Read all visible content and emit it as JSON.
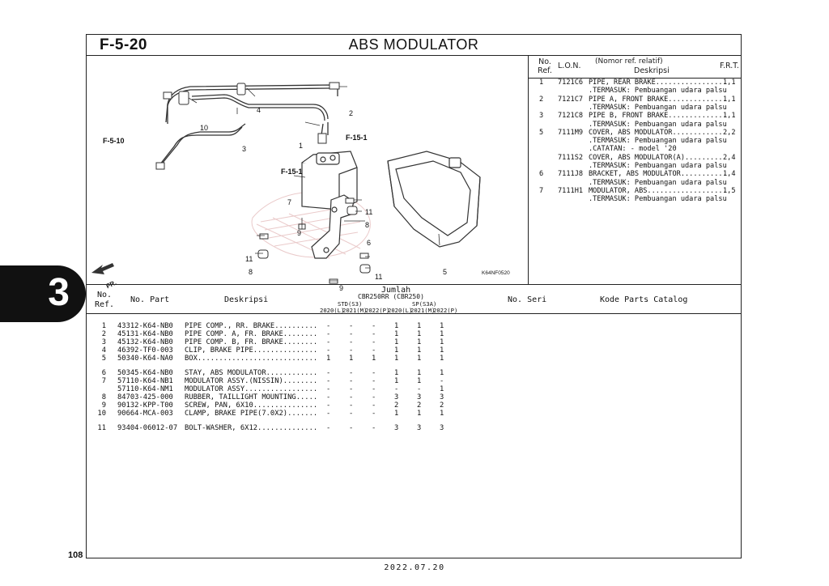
{
  "header": {
    "ref": "F-5-20",
    "title": "ABS MODULATOR"
  },
  "tab_number": "3",
  "page_number": "108",
  "date": "2022.07.20",
  "diagram": {
    "code": "K64NF0520",
    "callouts": [
      "1",
      "2",
      "3",
      "4",
      "5",
      "6",
      "7",
      "8",
      "9",
      "10",
      "11"
    ],
    "cross_refs": [
      "F-5-10",
      "F-15-1",
      "F-15-1"
    ],
    "direction": "FR."
  },
  "ref_table": {
    "headers": {
      "no_ref": "No.\nRef.",
      "lon": "L.O.N.",
      "desc_top": "(Nomor ref. relatif)",
      "desc": "Deskripsi",
      "frt": "F.R.T."
    },
    "rows": [
      {
        "no": "1",
        "lon": "7121C6",
        "desc": "PIPE, REAR BRAKE.................",
        "frt": "1,1"
      },
      {
        "no": "",
        "lon": "",
        "desc": ".TERMASUK: Pembuangan udara palsu",
        "frt": ""
      },
      {
        "no": "2",
        "lon": "7121C7",
        "desc": "PIPE A, FRONT BRAKE..............",
        "frt": "1,1"
      },
      {
        "no": "",
        "lon": "",
        "desc": ".TERMASUK: Pembuangan udara palsu",
        "frt": ""
      },
      {
        "no": "3",
        "lon": "7121C8",
        "desc": "PIPE B, FRONT BRAKE..............",
        "frt": "1,1"
      },
      {
        "no": "",
        "lon": "",
        "desc": ".TERMASUK: Pembuangan udara palsu",
        "frt": ""
      },
      {
        "no": "5",
        "lon": "7111M9",
        "desc": "COVER, ABS MODULATOR............",
        "frt": "2,2"
      },
      {
        "no": "",
        "lon": "",
        "desc": ".TERMASUK: Pembuangan udara palsu",
        "frt": ""
      },
      {
        "no": "",
        "lon": "",
        "desc": ".CATATAN: - model '20",
        "frt": ""
      },
      {
        "no": "",
        "lon": "7111S2",
        "desc": "COVER, ABS MODULATOR(A).........",
        "frt": "2,4"
      },
      {
        "no": "",
        "lon": "",
        "desc": ".TERMASUK: Pembuangan udara palsu",
        "frt": ""
      },
      {
        "no": "6",
        "lon": "7111J8",
        "desc": "BRACKET, ABS MODULATOR...........",
        "frt": "1,4"
      },
      {
        "no": "",
        "lon": "",
        "desc": ".TERMASUK: Pembuangan udara palsu",
        "frt": ""
      },
      {
        "no": "7",
        "lon": "7111H1",
        "desc": "MODULATOR, ABS...................",
        "frt": "1,5"
      },
      {
        "no": "",
        "lon": "",
        "desc": ".TERMASUK: Pembuangan udara palsu",
        "frt": ""
      }
    ]
  },
  "parts_table": {
    "headers": {
      "no_ref": "No.\nRef.",
      "no_part": "No. Part",
      "desc": "Deskripsi",
      "jumlah": "Jumlah",
      "model": "CBR250RR (CBR250)",
      "std": "STD(S3)",
      "sp": "SP(S3A)",
      "years": [
        "2020(L)",
        "2021(M)",
        "2022(P)",
        "2020(L)",
        "2021(M)",
        "2022(P)"
      ],
      "no_seri": "No. Seri",
      "kode": "Kode Parts Catalog"
    },
    "rows": [
      {
        "no": "1",
        "part": "43312-K64-NB0",
        "desc": "PIPE COMP., RR. BRAKE..........",
        "q": [
          "-",
          "-",
          "-",
          "1",
          "1",
          "1"
        ]
      },
      {
        "no": "2",
        "part": "45131-K64-NB0",
        "desc": "PIPE COMP. A, FR. BRAKE........",
        "q": [
          "-",
          "-",
          "-",
          "1",
          "1",
          "1"
        ]
      },
      {
        "no": "3",
        "part": "45132-K64-NB0",
        "desc": "PIPE COMP. B, FR. BRAKE........",
        "q": [
          "-",
          "-",
          "-",
          "1",
          "1",
          "1"
        ]
      },
      {
        "no": "4",
        "part": "46392-TF0-003",
        "desc": "CLIP, BRAKE PIPE...............",
        "q": [
          "-",
          "-",
          "-",
          "1",
          "1",
          "1"
        ]
      },
      {
        "no": "5",
        "part": "50340-K64-NA0",
        "desc": "BOX............................",
        "q": [
          "1",
          "1",
          "1",
          "1",
          "1",
          "1"
        ]
      },
      {
        "no": "6",
        "part": "50345-K64-NB0",
        "desc": "STAY, ABS MODULATOR............",
        "q": [
          "-",
          "-",
          "-",
          "1",
          "1",
          "1"
        ]
      },
      {
        "no": "7",
        "part": "57110-K64-NB1",
        "desc": "MODULATOR ASSY.(NISSIN)........",
        "q": [
          "-",
          "-",
          "-",
          "1",
          "1",
          "-"
        ]
      },
      {
        "no": "",
        "part": "57110-K64-NM1",
        "desc": "MODULATOR ASSY.................",
        "q": [
          "-",
          "-",
          "-",
          "-",
          "-",
          "1"
        ]
      },
      {
        "no": "8",
        "part": "84703-425-000",
        "desc": "RUBBER, TAILLIGHT MOUNTING.....",
        "q": [
          "-",
          "-",
          "-",
          "3",
          "3",
          "3"
        ]
      },
      {
        "no": "9",
        "part": "90132-KPP-T00",
        "desc": "SCREW, PAN, 6X10...............",
        "q": [
          "-",
          "-",
          "-",
          "2",
          "2",
          "2"
        ]
      },
      {
        "no": "10",
        "part": "90664-MCA-003",
        "desc": "CLAMP, BRAKE PIPE(7.0X2).......",
        "q": [
          "-",
          "-",
          "-",
          "1",
          "1",
          "1"
        ]
      },
      {
        "no": "11",
        "part": "93404-06012-07",
        "desc": "BOLT-WASHER, 6X12..............",
        "q": [
          "-",
          "-",
          "-",
          "3",
          "3",
          "3"
        ]
      }
    ]
  }
}
